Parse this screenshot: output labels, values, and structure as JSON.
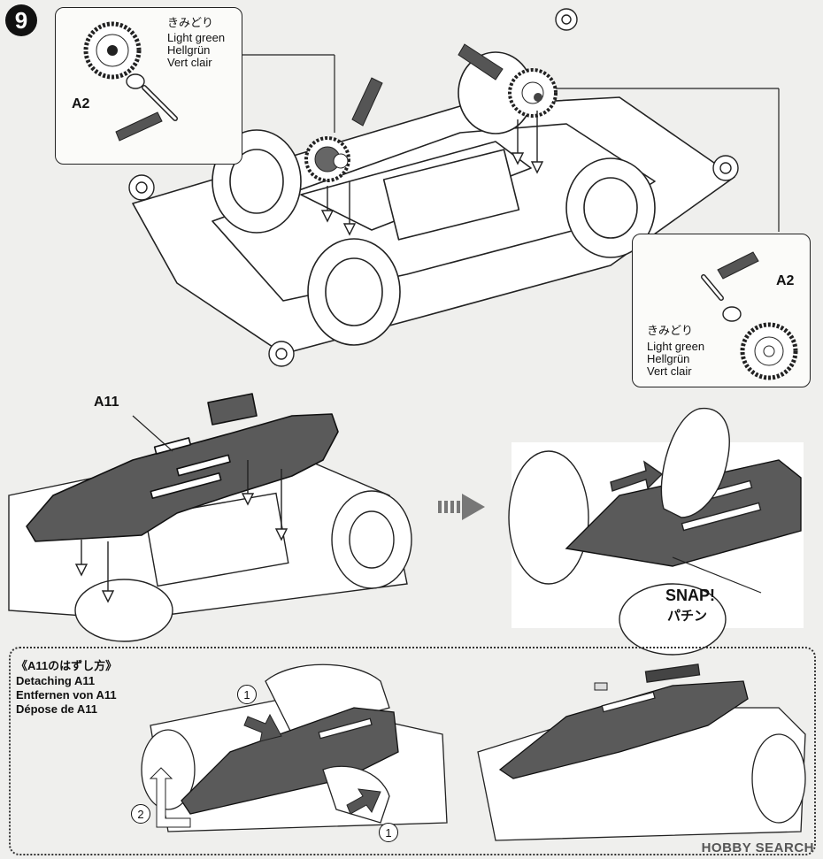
{
  "step": {
    "number": "9"
  },
  "callout_top_left": {
    "color_jp": "きみどり",
    "color_en": "Light green",
    "color_de": "Hellgrün",
    "color_fr": "Vert clair",
    "part": "A2"
  },
  "callout_right": {
    "part": "A2",
    "color_jp": "きみどり",
    "color_en": "Light green",
    "color_de": "Hellgrün",
    "color_fr": "Vert clair"
  },
  "middle": {
    "part_label": "A11",
    "snap_en": "SNAP!",
    "snap_jp": "パチン"
  },
  "detach": {
    "title_jp": "《A11のはずし方》",
    "title_en": "Detaching A11",
    "title_de": "Entfernen von A11",
    "title_fr": "Dépose de A11",
    "marker_1": "1",
    "marker_2": "2"
  },
  "watermark": "HOBBY SEARCH",
  "colors": {
    "ink": "#111111",
    "part_fill": "#555555",
    "paper": "#efefed"
  }
}
